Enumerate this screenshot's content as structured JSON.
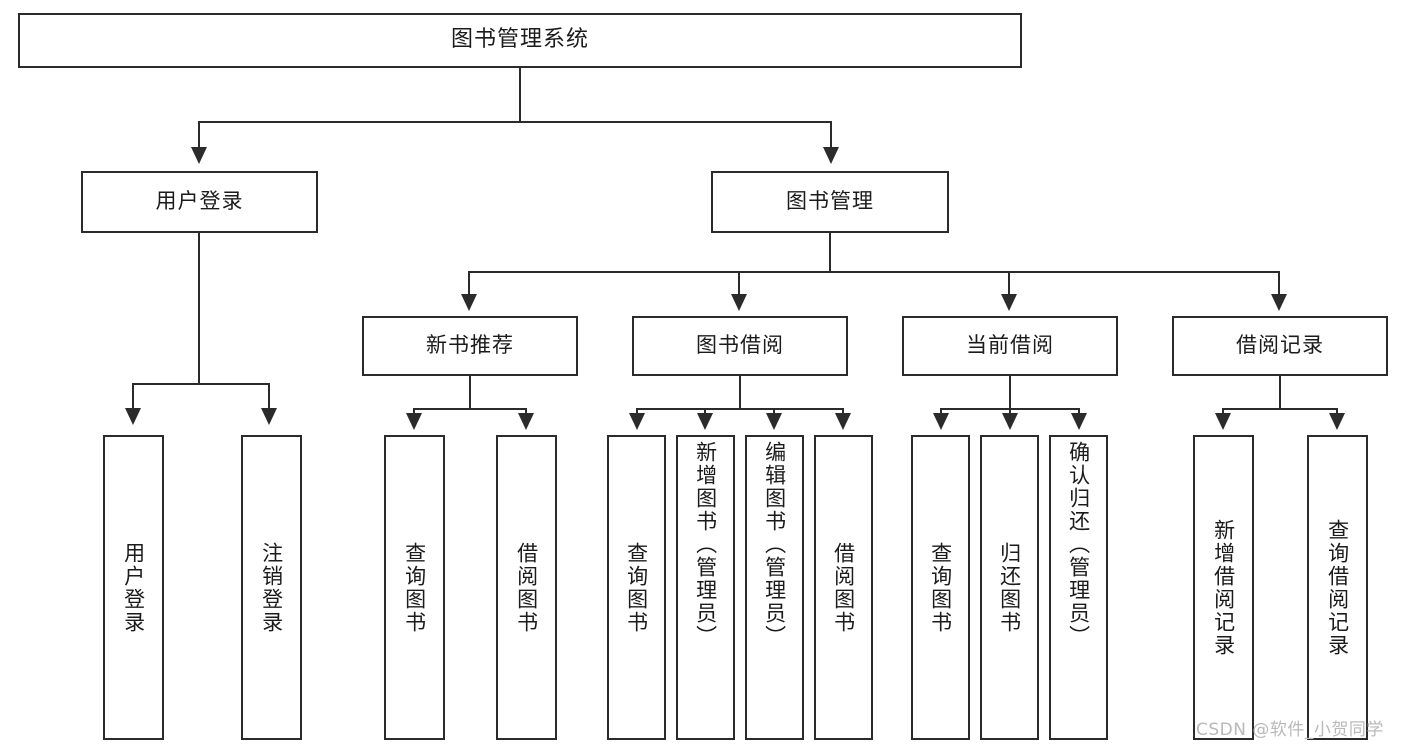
{
  "diagram": {
    "title_box": {
      "label": "图书管理系统"
    },
    "level2": [
      {
        "label": "用户登录"
      },
      {
        "label": "图书管理"
      }
    ],
    "level3": [
      {
        "label": "新书推荐"
      },
      {
        "label": "图书借阅"
      },
      {
        "label": "当前借阅"
      },
      {
        "label": "借阅记录"
      }
    ],
    "leaves": {
      "user_login": [
        {
          "label": "用户登录"
        },
        {
          "label": "注销登录"
        }
      ],
      "new_book_recommend": [
        {
          "label": "查询图书"
        },
        {
          "label": "借阅图书"
        }
      ],
      "book_borrow": [
        {
          "label": "查询图书"
        },
        {
          "label": "新增图书（管理员）"
        },
        {
          "label": "编辑图书（管理员）"
        },
        {
          "label": "借阅图书"
        }
      ],
      "current_borrow": [
        {
          "label": "查询图书"
        },
        {
          "label": "归还图书"
        },
        {
          "label": "确认归还（管理员）"
        }
      ],
      "borrow_record": [
        {
          "label": "新增借阅记录"
        },
        {
          "label": "查询借阅记录"
        }
      ]
    }
  },
  "watermark": {
    "text": "CSDN @软件_小贺同学"
  },
  "colors": {
    "border": "#2b2b2b",
    "background": "#ffffff",
    "text": "#1b1b1b",
    "watermark": "#b9b9b9"
  }
}
